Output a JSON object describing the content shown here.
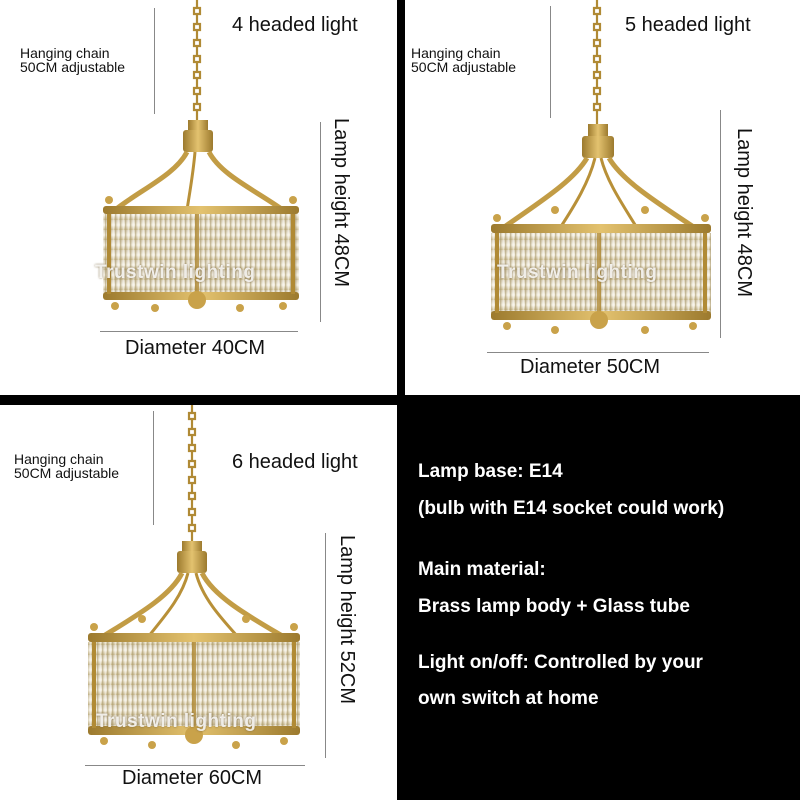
{
  "panels": [
    {
      "headline": "4 headed light",
      "chain_line1": "Hanging chain",
      "chain_line2": "50CM adjustable",
      "height_label": "Lamp height 48CM",
      "diameter_label": "Diameter 40CM",
      "watermark": "Trustwin lighting"
    },
    {
      "headline": "5 headed light",
      "chain_line1": "Hanging chain",
      "chain_line2": "50CM adjustable",
      "height_label": "Lamp height 48CM",
      "diameter_label": "Diameter 50CM",
      "watermark": "Trustwin lighting"
    },
    {
      "headline": "6 headed light",
      "chain_line1": "Hanging chain",
      "chain_line2": "50CM adjustable",
      "height_label": "Lamp height 52CM",
      "diameter_label": "Diameter 60CM",
      "watermark": "Trustwin lighting"
    }
  ],
  "specs": {
    "base_line1": "Lamp base: E14",
    "base_line2": "(bulb with E14 socket could work)",
    "material_line1": "Main material:",
    "material_line2": "Brass lamp body + Glass tube",
    "switch_line1": "Light on/off: Controlled by your",
    "switch_line2": "own switch at home"
  },
  "colors": {
    "brass": "#c9a24a",
    "brass_dark": "#8a6a22",
    "glass": "#e9e2d0"
  }
}
